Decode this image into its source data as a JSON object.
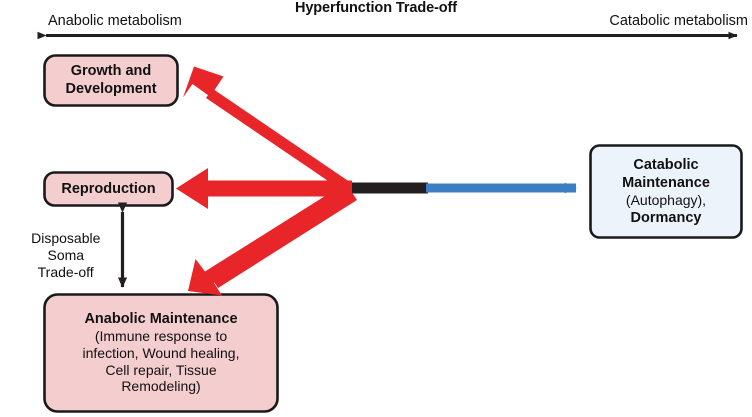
{
  "header": {
    "title": "Hyperfunction Trade-off",
    "left_label": "Anabolic metabolism",
    "right_label": "Catabolic metabolism",
    "axis_arrow_icon": "double-headed-horizontal-arrow-icon"
  },
  "side_note": {
    "line1": "Disposable",
    "line2": "Soma",
    "line3": "Trade-off",
    "arrow_icon": "double-headed-vertical-arrow-icon"
  },
  "boxes": {
    "growth": {
      "line1": "Growth and",
      "line2": "Development",
      "fill": "#F4CECE",
      "stroke": "#1A1A1A"
    },
    "reproduction": {
      "line1": "Reproduction",
      "fill": "#F4CECE",
      "stroke": "#1A1A1A"
    },
    "anabolic_maintenance": {
      "line1": "Anabolic Maintenance",
      "line2": "(Immune response to",
      "line3": "infection, Wound healing,",
      "line4": "Cell repair, Tissue",
      "line5": "Remodeling)",
      "fill": "#F4CECE",
      "stroke": "#1A1A1A"
    },
    "catabolic_maintenance": {
      "line1": "Catabolic",
      "line2": "Maintenance",
      "line3": "(Autophagy),",
      "line4": "Dormancy",
      "fill": "#EDF3FB",
      "stroke": "#1A1A1A"
    }
  },
  "connectors": {
    "red_color": "#E8262A",
    "blue_color": "#3C7EC4",
    "black_color": "#231F20",
    "to_growth_icon": "red-arrow-up-left-icon",
    "to_reproduction_icon": "red-arrow-left-icon",
    "to_anabolic_icon": "red-arrow-down-left-icon",
    "to_catabolic_icon": "blue-arrow-right-icon",
    "hub_icon": "connector-hub-icon"
  },
  "chart_data": {
    "type": "diagram",
    "title": "Hyperfunction Trade-off",
    "axis": {
      "left_pole": "Anabolic metabolism",
      "right_pole": "Catabolic metabolism"
    },
    "nodes": [
      "Growth and Development",
      "Reproduction",
      "Anabolic Maintenance (Immune response to infection, Wound healing, Cell repair, Tissue Remodeling)",
      "Catabolic Maintenance (Autophagy), Dormancy"
    ],
    "edges": [
      {
        "from": "hub",
        "to": "Growth and Development",
        "color": "#E8262A"
      },
      {
        "from": "hub",
        "to": "Reproduction",
        "color": "#E8262A"
      },
      {
        "from": "hub",
        "to": "Anabolic Maintenance",
        "color": "#E8262A"
      },
      {
        "from": "hub",
        "to": "Catabolic Maintenance",
        "color": "#3C7EC4"
      },
      {
        "from": "Reproduction",
        "to": "Anabolic Maintenance",
        "label": "Disposable Soma Trade-off",
        "color": "#231F20",
        "bidirectional": true
      }
    ]
  }
}
